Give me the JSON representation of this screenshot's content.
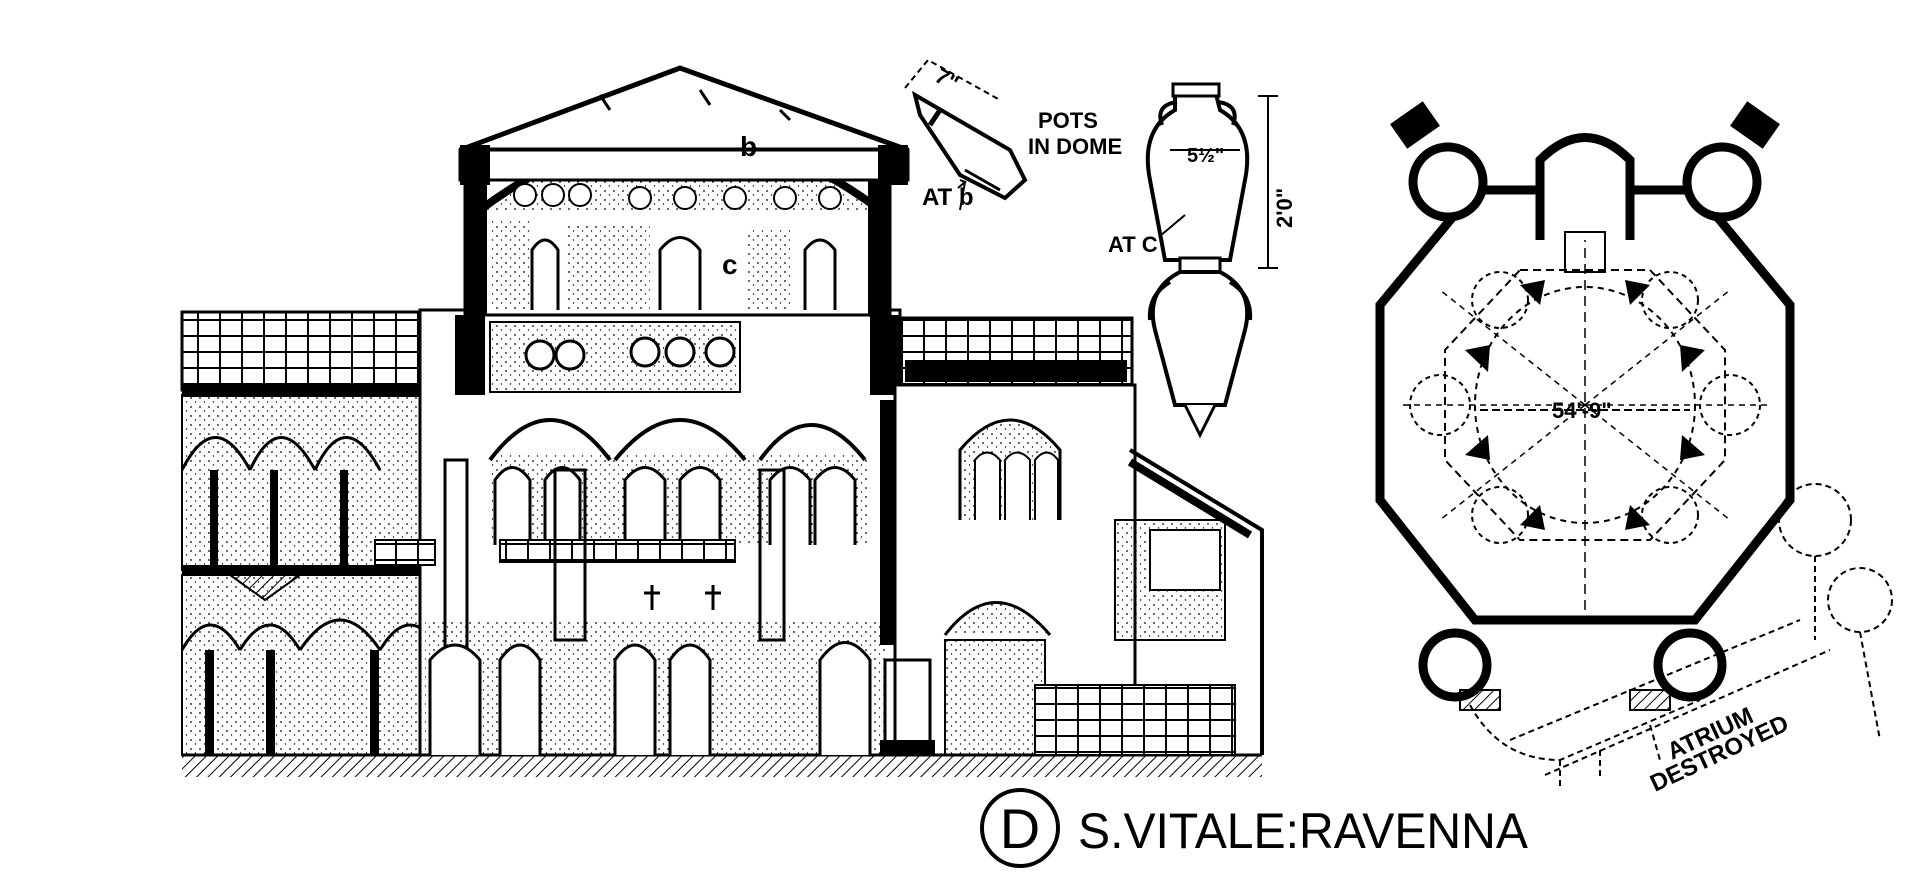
{
  "labels": {
    "point_b_dome": "b",
    "point_c_wall": "c",
    "pot_dim_width": "7\"",
    "pots_line1": "POTS",
    "pots_line2": "IN DOME",
    "at_b": "AT b",
    "amphora_dim_width": "5½\"",
    "amphora_dim_height": "2'0\"",
    "at_c": "AT C",
    "plan_dimension": "54'-9\"",
    "atrium_line1": "ATRIUM",
    "atrium_line2": "DESTROYED"
  },
  "title": {
    "letter": "D",
    "text": "S.VITALE:RAVENNA"
  },
  "colors": {
    "ink": "#000000",
    "paper": "#ffffff"
  }
}
